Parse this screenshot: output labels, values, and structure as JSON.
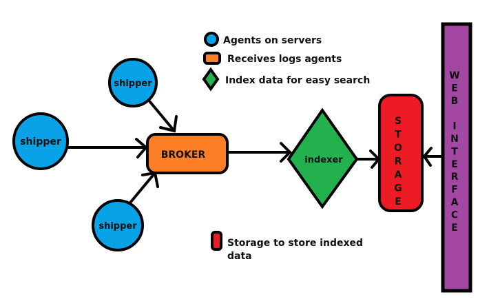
{
  "colors": {
    "agent": "#0AA2E6",
    "broker": "#FF7F27",
    "indexer": "#22B14C",
    "storage": "#ED1C24",
    "web": "#A349A4",
    "outline": "#000000"
  },
  "nodes": {
    "shipper_left": "shipper",
    "shipper_top": "shipper",
    "shipper_bottom": "shipper",
    "broker": "BROKER",
    "indexer": "indexer",
    "storage": [
      "S",
      "T",
      "O",
      "R",
      "A",
      "G",
      "E"
    ],
    "web_interface": [
      "W",
      "E",
      "B",
      "",
      "I",
      "N",
      "T",
      "E",
      "R",
      "F",
      "A",
      "C",
      "E"
    ]
  },
  "legend": {
    "agents": "Agents on servers",
    "broker": "Receives logs agents",
    "indexer": "Index data for easy search",
    "storage_line1": "Storage to store indexed",
    "storage_line2": "data"
  },
  "edges": [
    {
      "from": "shipper_left",
      "to": "broker"
    },
    {
      "from": "shipper_top",
      "to": "broker"
    },
    {
      "from": "shipper_bottom",
      "to": "broker"
    },
    {
      "from": "broker",
      "to": "indexer"
    },
    {
      "from": "indexer",
      "to": "storage"
    },
    {
      "from": "web_interface",
      "to": "storage"
    }
  ]
}
